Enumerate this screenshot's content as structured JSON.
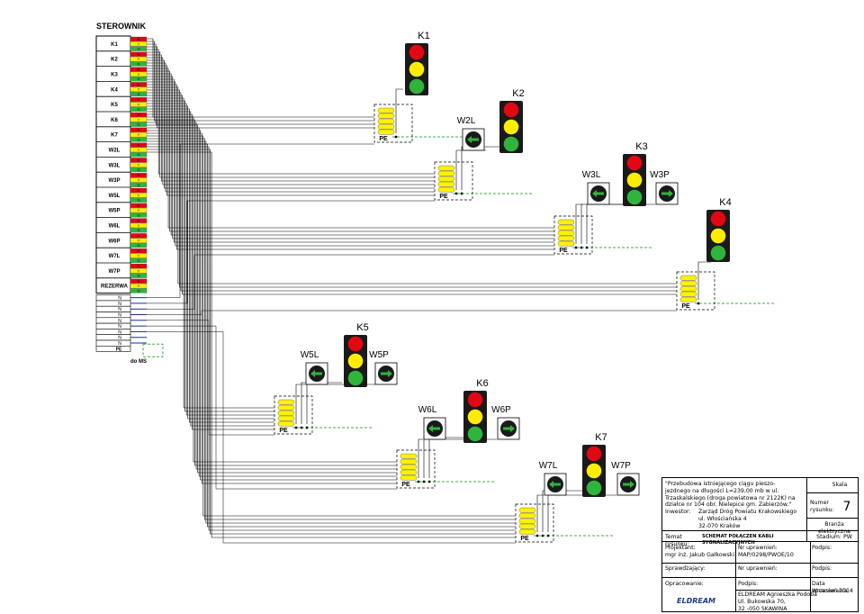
{
  "diagram": {
    "title": "STEROWNIK",
    "controller_rows": [
      "K1",
      "K2",
      "K3",
      "K4",
      "K5",
      "K6",
      "K7",
      "W2L",
      "W3L",
      "W3P",
      "W5L",
      "W5P",
      "W6L",
      "W6P",
      "W7L",
      "W7P",
      "REZERWA"
    ],
    "neutral_label": "N",
    "pe_label": "PE",
    "ms_label": "do MS",
    "wire_letters": [
      "R",
      "Y",
      "G"
    ],
    "signals": [
      {
        "id": "K1",
        "type": "vehicle"
      },
      {
        "id": "K2",
        "type": "vehicle"
      },
      {
        "id": "W2L",
        "type": "pedestrian-left"
      },
      {
        "id": "K3",
        "type": "vehicle"
      },
      {
        "id": "W3L",
        "type": "pedestrian-left"
      },
      {
        "id": "W3P",
        "type": "pedestrian-right"
      },
      {
        "id": "K4",
        "type": "vehicle"
      },
      {
        "id": "K5",
        "type": "vehicle"
      },
      {
        "id": "W5L",
        "type": "pedestrian-left"
      },
      {
        "id": "W5P",
        "type": "pedestrian-right"
      },
      {
        "id": "K6",
        "type": "vehicle"
      },
      {
        "id": "W6L",
        "type": "pedestrian-left"
      },
      {
        "id": "W6P",
        "type": "pedestrian-right"
      },
      {
        "id": "K7",
        "type": "vehicle"
      },
      {
        "id": "W7L",
        "type": "pedestrian-left"
      },
      {
        "id": "W7P",
        "type": "pedestrian-right"
      }
    ],
    "colors": {
      "red": "#e30613",
      "yellow": "#ffed00",
      "green": "#2fb43c",
      "signal_head": "#1a1a1a",
      "wire": "#000000",
      "pe_wire": "#3cb043",
      "connector": "#fff200",
      "controller_red": "#e30613",
      "controller_yellow": "#ffed00",
      "controller_green": "#2fb43c"
    }
  },
  "title_block": {
    "project": "\"Przebudowa istniejącego ciągu pieszo-jezdnego na długości L=239,00 mb w ul. Trzaskalskiego (droga powiatowa nr 2122K) na działce nr 104 obr. Nielepice gm. Zabierzów.\"",
    "investor_label": "Inwestor:",
    "investor_name": "Zarząd Dróg Powiatu Krakowskiego",
    "investor_street": "ul. Włościańska 4",
    "investor_city": "32-070 Kraków",
    "scale_label": "Skala",
    "drawing_number_label": "Numer rysunku:",
    "drawing_number": "7",
    "branch": "Branża elektryczna",
    "subject_label": "Temat rysunku:",
    "subject": "SCHEMAT POŁĄCZEŃ KABLI SYGNALIZACYJNYCH",
    "stage": "Stadium: PW",
    "designer_label": "Projektant:",
    "designer_name": "mgr inż. Jakub Gałkowski",
    "license_label": "Nr uprawnień:",
    "license_number": "MAP/0298/PWOE/10",
    "signature_label": "Podpis:",
    "checker_label": "Sprawdzający:",
    "checker_license_label": "Nr uprawnień:",
    "checker_signature_label": "Podpis:",
    "prepared_label": "Opracowanie:",
    "prepared_signature_label": "Podpis:",
    "date_label": "Data opracowania:",
    "date": "Wrzesień 2014",
    "logo_text": "ELDREAM",
    "company_name": "ELDREAM Agnieszka Podoba",
    "company_street": "Ul. Bukowska 70,",
    "company_city": "32 -050 SKAWINA"
  }
}
